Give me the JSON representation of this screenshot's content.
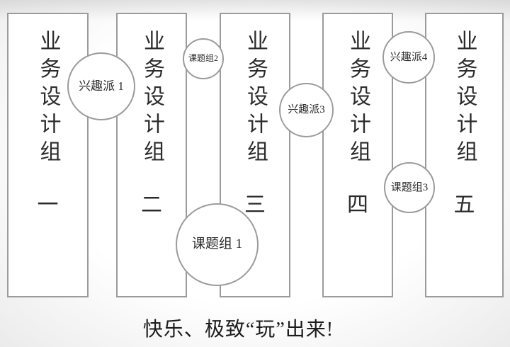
{
  "columns": [
    {
      "label": "业务设计组",
      "number": "一"
    },
    {
      "label": "业务设计组",
      "number": "二"
    },
    {
      "label": "业务设计组",
      "number": "三"
    },
    {
      "label": "业务设计组",
      "number": "四"
    },
    {
      "label": "业务设计组",
      "number": "五"
    }
  ],
  "circles": [
    {
      "label": "兴趣派 1"
    },
    {
      "label": "课题组2"
    },
    {
      "label": "兴趣派3"
    },
    {
      "label": "兴趣派4"
    },
    {
      "label": "课题组3"
    },
    {
      "label": "课题组 1"
    }
  ],
  "caption": "快乐、极致“玩”出来!",
  "colors": {
    "border": "#9b9b9b",
    "text": "#2b2b2b",
    "fill": "#ffffff"
  }
}
